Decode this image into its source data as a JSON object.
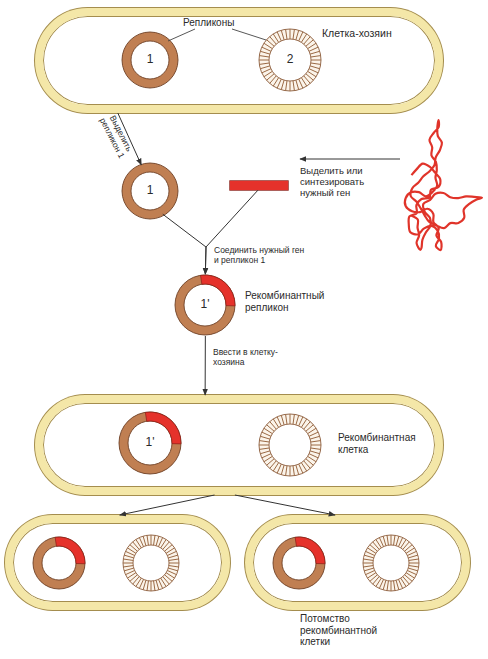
{
  "diagram": {
    "nodes": [
      {
        "text": [
          "Клетка-хозяин"
        ]
      },
      {
        "text": [
          "1"
        ],
        "in": 0
      },
      {
        "text": [
          "2"
        ],
        "in": 0
      },
      {
        "text": [
          "1"
        ]
      },
      {
        "text": [
          "Выделить или синтезировать нужный ген"
        ]
      },
      {
        "text": [
          "1'",
          "Рекомбинантный репликон"
        ]
      },
      {
        "text": [
          "Рекомбинантная клетка"
        ]
      },
      {
        "text": [
          "1'"
        ],
        "in": 6
      },
      {
        "text": []
      },
      {
        "text": [
          "Потомство рекомбинантной клетки"
        ]
      }
    ],
    "edges": [
      {
        "from": 0,
        "to": 3,
        "arrow": "to",
        "label": "Выделить репликон 1"
      },
      {
        "from": 3,
        "to": 5,
        "arrow": "to",
        "label": "Соединить нужный ген и репликон 1"
      },
      {
        "from": 4,
        "to": 5,
        "arrow": "to"
      },
      {
        "from": 5,
        "to": 6,
        "arrow": "to",
        "label": "Ввести в клетку-хозяина"
      },
      {
        "from": 6,
        "to": 8,
        "arrow": "to"
      },
      {
        "from": 6,
        "to": 9,
        "arrow": "to"
      }
    ],
    "labels": [
      "Репликоны"
    ]
  }
}
